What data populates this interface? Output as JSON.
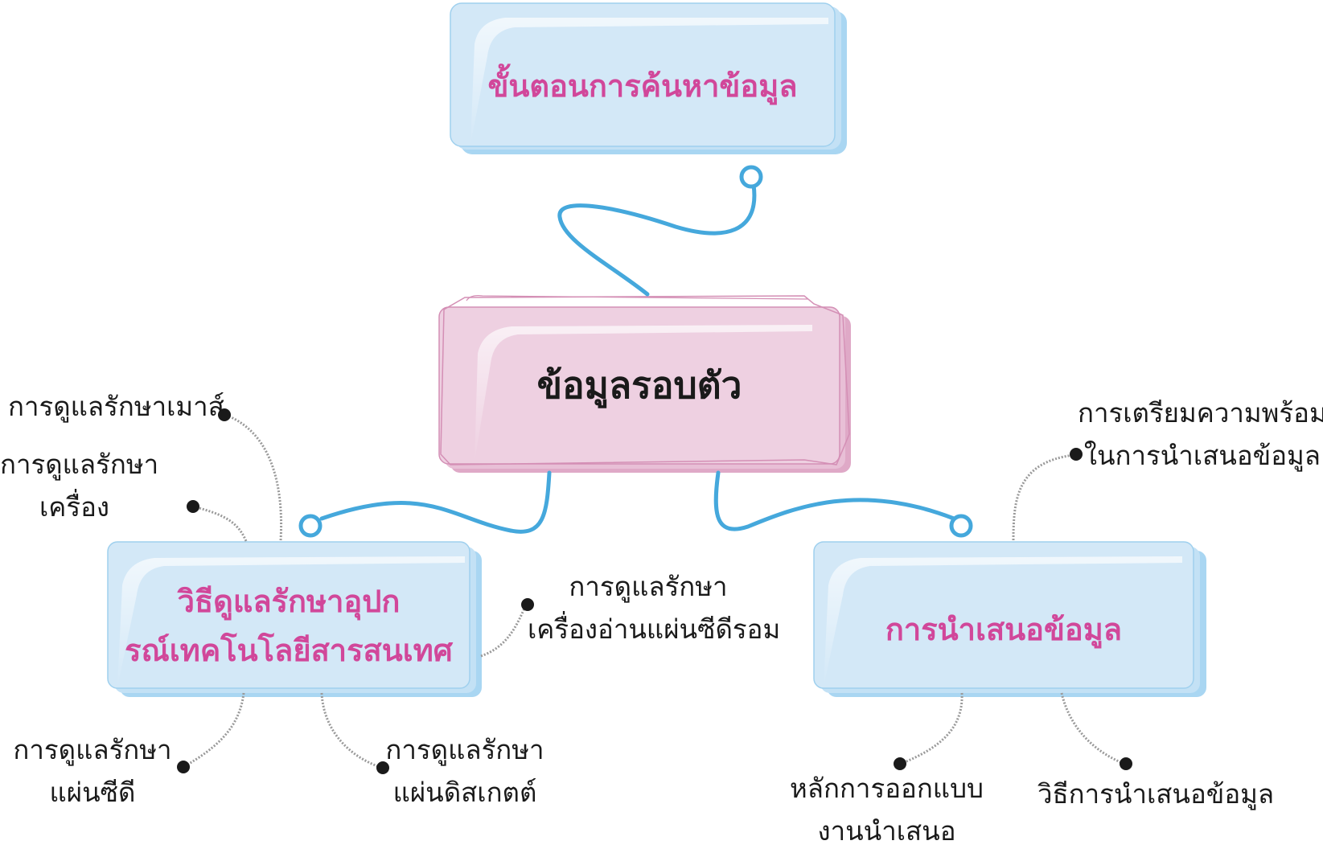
{
  "top_box": {
    "text": "ขั้นตอนการค้นหาข้อมูล"
  },
  "center_box": {
    "text": "ข้อมูลรอบตัว"
  },
  "left_box": {
    "line1": "วิธีดูแลรักษาอุปก",
    "line2": "รณ์เทคโนโลยีสารสนเทศ"
  },
  "right_box": {
    "text": "การนำเสนอข้อมูล"
  },
  "left_leaves": {
    "mouse": "การดูแลรักษาเมาส์",
    "machine_1": "การดูแลรักษา",
    "machine_2": "เครื่อง",
    "cdrom_1": "การดูแลรักษา",
    "cdrom_2": "เครื่องอ่านแผ่นซีดีรอม",
    "cd_1": "การดูแลรักษา",
    "cd_2": "แผ่นซีดี",
    "disk_1": "การดูแลรักษา",
    "disk_2": "แผ่นดิสเกตต์"
  },
  "right_leaves": {
    "prep_1": "การเตรียมความพร้อม",
    "prep_2": "ในการนำเสนอข้อมูล",
    "design_1": "หลักการออกแบบ",
    "design_2": "งานนำเสนอ",
    "method": "วิธีการนำเสนอข้อมูล"
  },
  "colors": {
    "connector": "#45a8dc",
    "box_blue": "#d3e8f7",
    "box_blue_edge": "#9fd0ee",
    "box_pink": "#eed0e1",
    "box_pink_edge": "#d48fb5",
    "title_pink": "#d1479a",
    "dot": "#1a1a1a",
    "dotted_line": "#9a9a9a"
  }
}
